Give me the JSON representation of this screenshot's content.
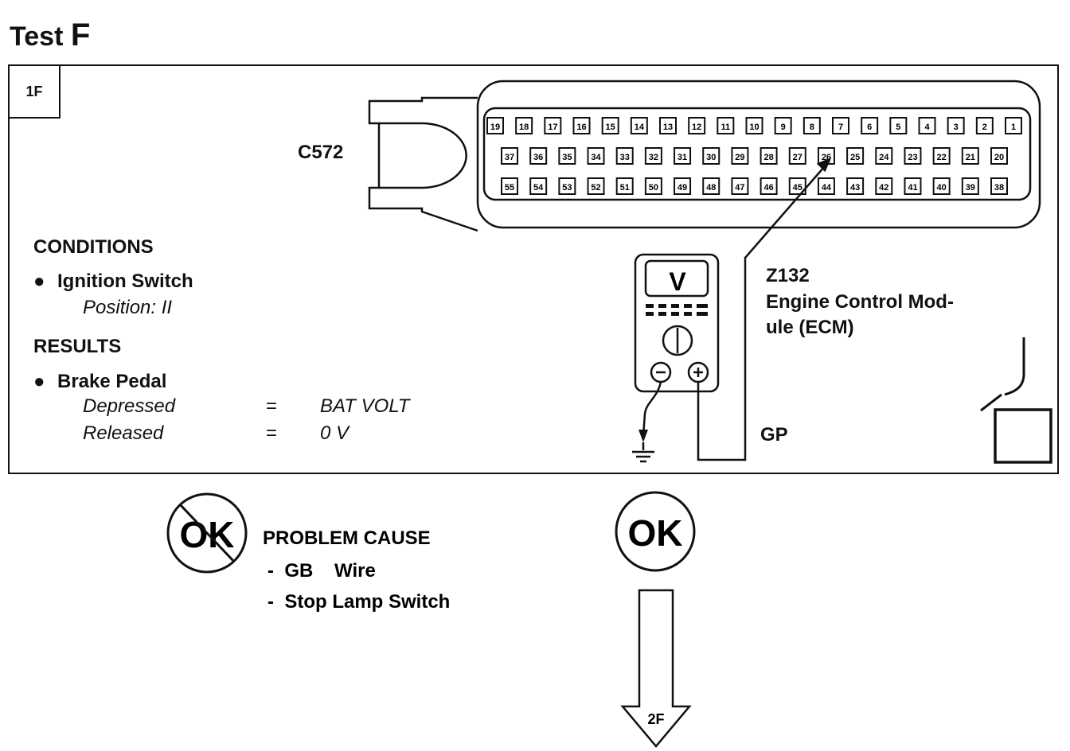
{
  "title": {
    "prefix": "Test",
    "letter": "F"
  },
  "step": "1F",
  "connector_label": "C572",
  "connector_pins": {
    "row1": [
      "19",
      "18",
      "17",
      "16",
      "15",
      "14",
      "13",
      "12",
      "11",
      "10",
      "9",
      "8",
      "7",
      "6",
      "5",
      "4",
      "3",
      "2",
      "1"
    ],
    "row2": [
      "37",
      "36",
      "35",
      "34",
      "33",
      "32",
      "31",
      "30",
      "29",
      "28",
      "27",
      "26",
      "25",
      "24",
      "23",
      "22",
      "21",
      "20"
    ],
    "row3": [
      "55",
      "54",
      "53",
      "52",
      "51",
      "50",
      "49",
      "48",
      "47",
      "46",
      "45",
      "44",
      "43",
      "42",
      "41",
      "40",
      "39",
      "38"
    ]
  },
  "meter_symbol": "V",
  "module": {
    "code": "Z132",
    "line1": "Engine Control Mod-",
    "line2": "ule (ECM)"
  },
  "wire_label": "GP",
  "conditions": {
    "heading": "CONDITIONS",
    "item": "Ignition Switch",
    "detail": "Position: II"
  },
  "results": {
    "heading": "RESULTS",
    "item": "Brake Pedal",
    "rows": [
      {
        "label": "Depressed",
        "eq": "=",
        "value": "BAT VOLT"
      },
      {
        "label": "Released",
        "eq": "=",
        "value": "0 V"
      }
    ]
  },
  "not_ok": {
    "symbol": "OK",
    "heading": "PROBLEM CAUSE",
    "causes": [
      "-  GB    Wire",
      "-  Stop Lamp Switch"
    ]
  },
  "ok": {
    "symbol": "OK",
    "next": "2F"
  }
}
